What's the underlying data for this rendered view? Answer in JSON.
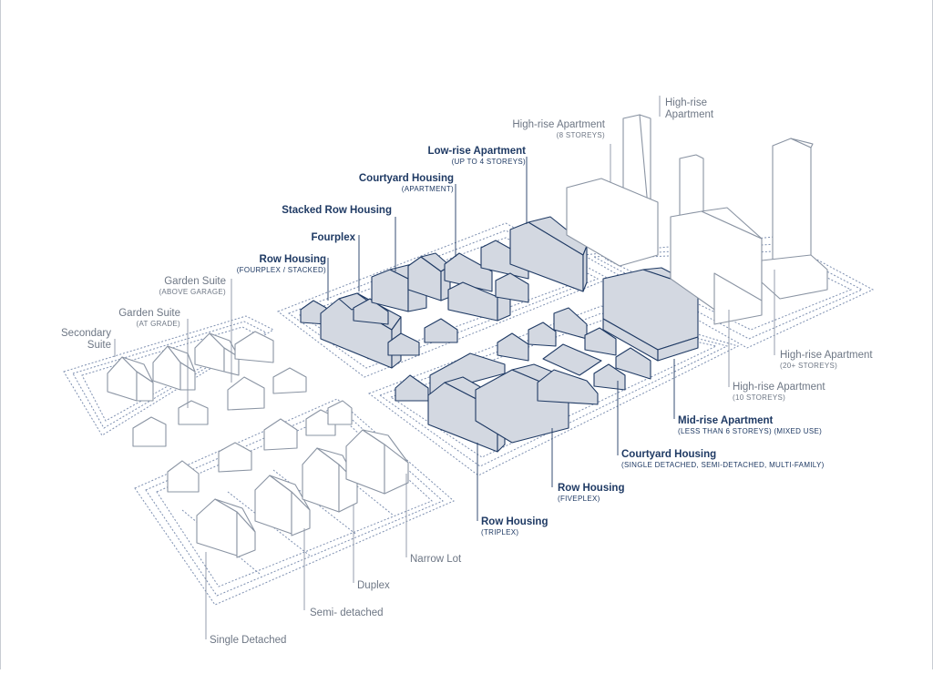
{
  "labels": {
    "highrise_top": {
      "name": "High-rise\nApartment"
    },
    "highrise_8": {
      "name": "High-rise Apartment",
      "sub": "(8 STOREYS)"
    },
    "lowrise": {
      "name": "Low-rise Apartment",
      "sub": "(UP TO 4 STOREYS)"
    },
    "courtyard_apt": {
      "name": "Courtyard Housing",
      "sub": "(APARTMENT)"
    },
    "stacked_row": {
      "name": "Stacked Row Housing"
    },
    "fourplex": {
      "name": "Fourplex"
    },
    "row_fourplex": {
      "name": "Row Housing",
      "sub": "(FOURPLEX / STACKED)"
    },
    "garden_above": {
      "name": "Garden Suite",
      "sub": "(ABOVE GARAGE)"
    },
    "garden_grade": {
      "name": "Garden Suite",
      "sub": "(AT GRADE)"
    },
    "secondary": {
      "name": "Secondary\nSuite"
    },
    "highrise_20": {
      "name": "High-rise Apartment",
      "sub": "(20+ STOREYS)"
    },
    "highrise_10": {
      "name": "High-rise Apartment",
      "sub": "(10 STOREYS)"
    },
    "midrise": {
      "name": "Mid-rise Apartment",
      "sub": "(LESS THAN 6 STOREYS) (MIXED USE)"
    },
    "courtyard_single": {
      "name": "Courtyard Housing",
      "sub": "(SINGLE DETACHED, SEMI-DETACHED, MULTI-FAMILY)"
    },
    "row_fiveplex": {
      "name": "Row Housing",
      "sub": "(FIVEPLEX)"
    },
    "row_triplex": {
      "name": "Row Housing",
      "sub": "(TRIPLEX)"
    },
    "narrow": {
      "name": "Narrow Lot"
    },
    "duplex": {
      "name": "Duplex"
    },
    "semi": {
      "name": "Semi- detached"
    },
    "single": {
      "name": "Single Detached"
    }
  },
  "colors": {
    "line_gray": "#8a94a3",
    "line_blue": "#1f3a64",
    "fill_blue": "#d3d8e1",
    "fill_white": "#ffffff",
    "dotted": "#7d8fb0",
    "frame": "#c8ccd3"
  }
}
